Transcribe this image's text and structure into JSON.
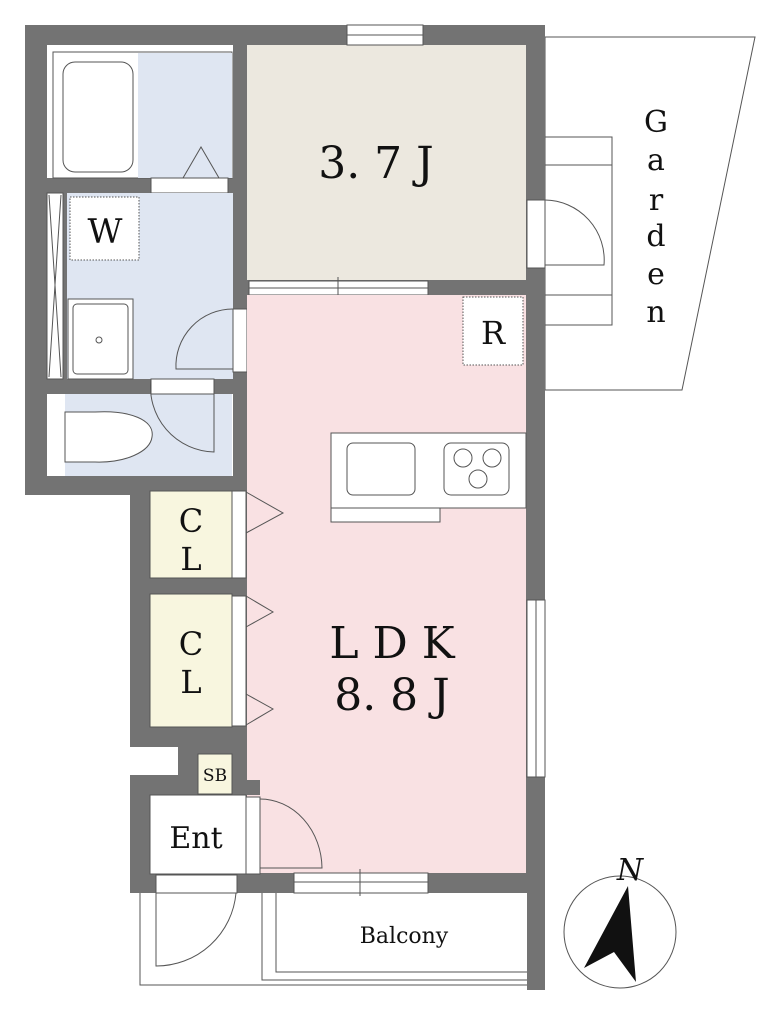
{
  "rooms": {
    "western": {
      "label": "3. 7 J"
    },
    "washroom": {
      "label": "W"
    },
    "refrigerator": {
      "label": "R"
    },
    "ldk": {
      "label": "L D K",
      "size": "8. 8 J"
    },
    "closet1": {
      "line1": "C",
      "line2": "L"
    },
    "closet2": {
      "line1": "C",
      "line2": "L"
    },
    "shoebox": {
      "label": "SB"
    },
    "entrance": {
      "label": "Ent"
    },
    "balcony": {
      "label": "Balcony"
    },
    "garden": {
      "letters": [
        "G",
        "a",
        "r",
        "d",
        "e",
        "n"
      ]
    }
  },
  "compass": {
    "label": "N"
  },
  "colors": {
    "wall": "#737373",
    "bath": "#dfe6f2",
    "western": "#ece8df",
    "ldk": "#f9e1e3",
    "closet": "#f8f6df"
  }
}
